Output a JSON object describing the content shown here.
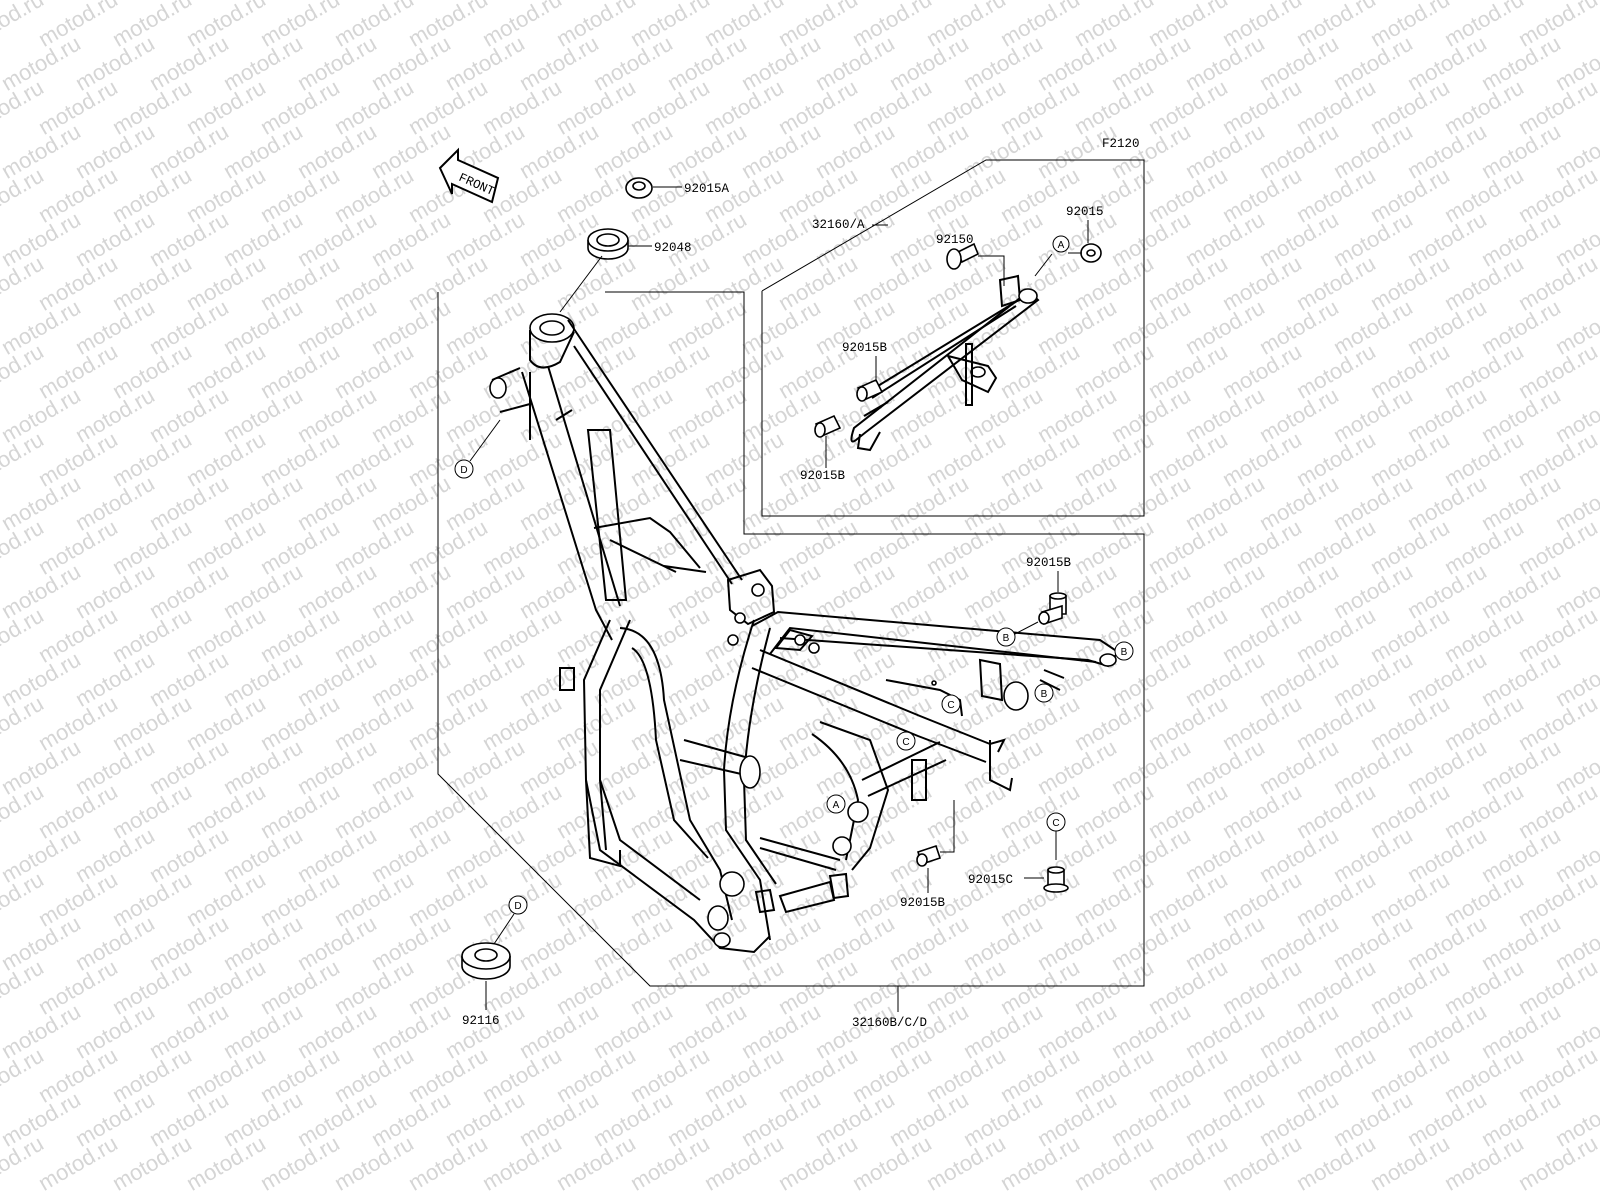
{
  "watermark": "motod.ru",
  "diagram_code": "F2120",
  "front_label": "FRONT",
  "parts": {
    "nut_92015A": "92015A",
    "bushing_92048": "92048",
    "stand_assy": "32160/A",
    "bolt_92150": "92150",
    "nut_92015": "92015",
    "spacer_92015B_1": "92015B",
    "spacer_92015B_2": "92015B",
    "bushing_92015B_3": "92015B",
    "spacer_92015B_4": "92015B",
    "collar_92015C": "92015C",
    "grommet_92116": "92116",
    "frame_assy": "32160B/C/D"
  },
  "callouts": {
    "d_head": "D",
    "a_stand": "A",
    "b_top": "B",
    "b_right": "B",
    "b_middle": "B",
    "c_upper": "C",
    "c_lower": "C",
    "c_collar": "C",
    "a_frame": "A",
    "d_grommet": "D"
  }
}
